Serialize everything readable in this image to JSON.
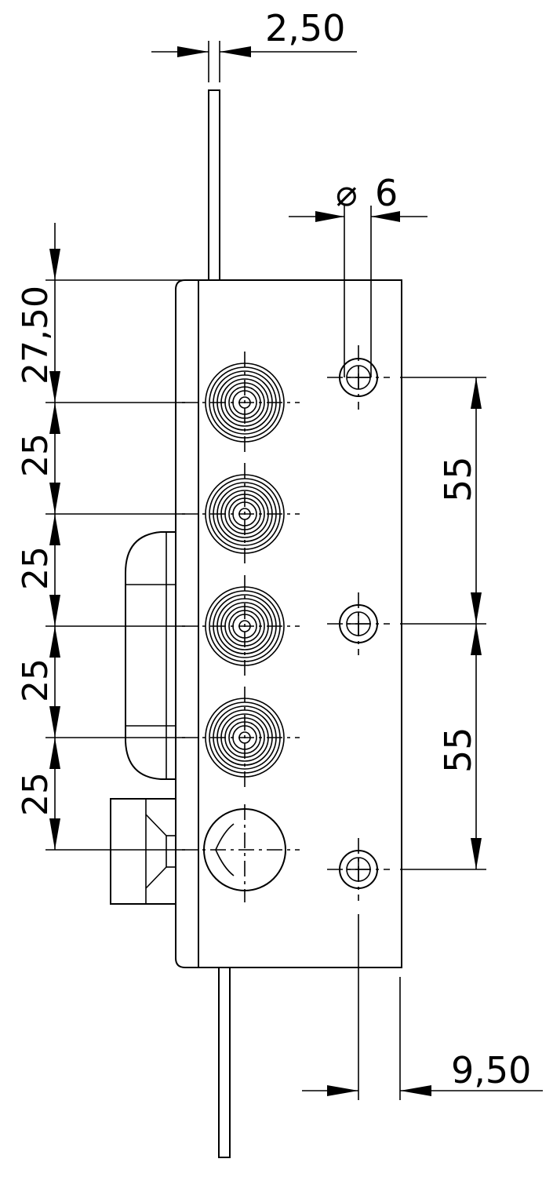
{
  "drawing": {
    "title": "",
    "colors": {
      "line": "#000000",
      "background": "#ffffff"
    },
    "dimensions": {
      "plate_thickness": "2,50",
      "hole_diameter_symbol": "⌀",
      "hole_diameter": "6",
      "top_offset": "27,50",
      "pitch_1": "25",
      "pitch_2": "25",
      "pitch_3": "25",
      "pitch_4": "25",
      "hole_spacing_upper": "55",
      "hole_spacing_lower": "55",
      "hole_edge_offset": "9,50"
    },
    "features": {
      "cylinder_rings": 4,
      "latch_bolt": 1,
      "spindle_hole": 1,
      "fixing_holes": 3
    }
  }
}
